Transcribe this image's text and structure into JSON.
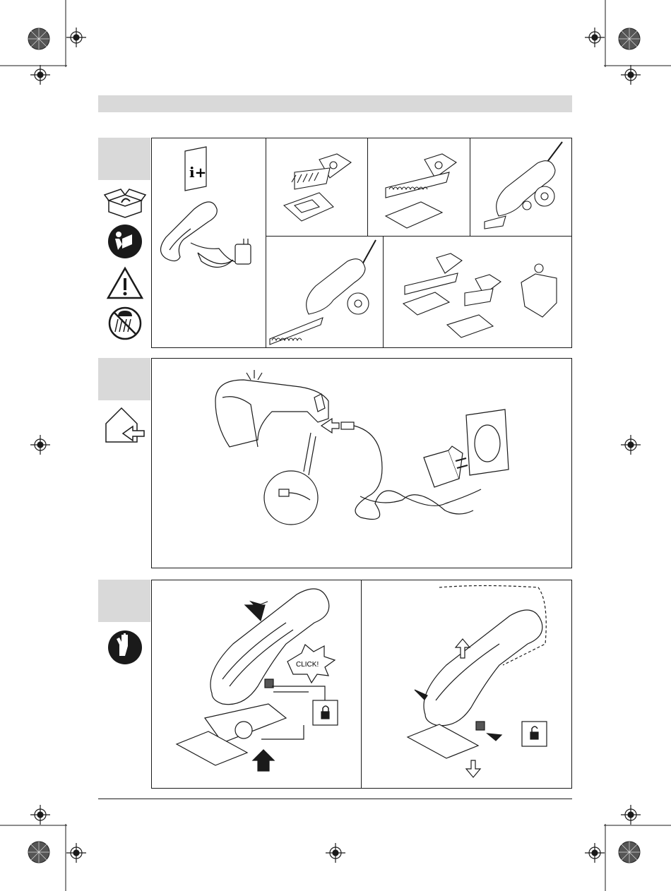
{
  "header": {
    "title": ""
  },
  "section1": {
    "manual_icon_text": "i+",
    "icons": [
      "unpack-box-icon",
      "read-manual-icon",
      "warning-icon",
      "no-rain-icon"
    ],
    "panels": [
      "charger-and-tool-panel",
      "grass-blade-panel",
      "shrub-blade-panel",
      "tool-with-wheels-panel",
      "shrub-tool-with-wheels-panel",
      "accessory-set-panel"
    ]
  },
  "section2": {
    "icons": [
      "indoor-charging-icon"
    ]
  },
  "section3": {
    "icons": [
      "gloves-icon"
    ],
    "click_text": "CLICK!",
    "lock_icons": [
      "lock-closed-icon",
      "lock-open-icon"
    ]
  },
  "colors": {
    "tab_gray": "#d9d9d9",
    "line": "#1a1a1a"
  }
}
